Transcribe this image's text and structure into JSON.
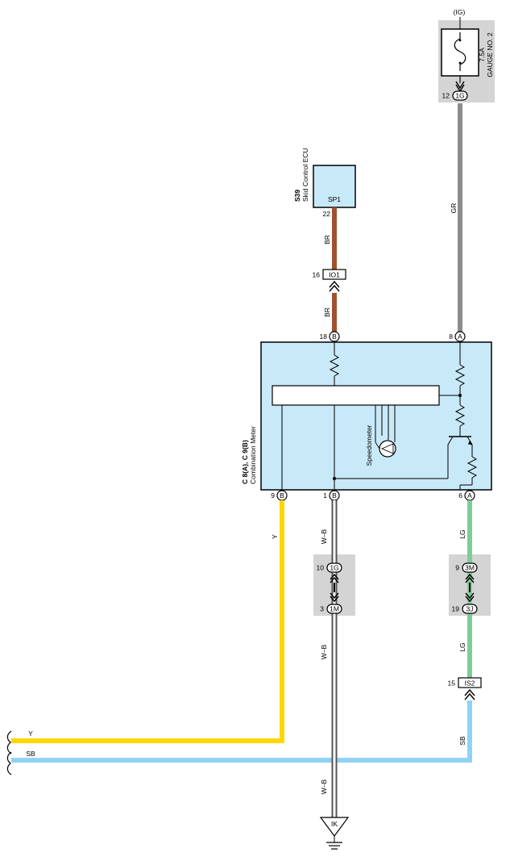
{
  "fuse": {
    "supply": "(IG)",
    "rating": "7.5A",
    "name": "GAUGE NO. 2",
    "pin": "12",
    "connector": "1G"
  },
  "skid_ecu": {
    "code": "S39",
    "name": "Skid Control ECU",
    "terminal": "SP1",
    "pin": "22"
  },
  "junction_io1": {
    "pin": "16",
    "connector": "IO1"
  },
  "meter": {
    "code": "C 8(A), C 9(B)",
    "name": "Combination Meter",
    "gauge_label": "Speedometer",
    "pins": {
      "top_left": {
        "pin": "18",
        "conn": "B"
      },
      "top_right": {
        "pin": "8",
        "conn": "A"
      },
      "bottom_left": {
        "pin": "9",
        "conn": "B"
      },
      "bottom_mid": {
        "pin": "1",
        "conn": "B"
      },
      "bottom_right": {
        "pin": "6",
        "conn": "A"
      }
    }
  },
  "jb_left": {
    "top": {
      "pin": "10",
      "conn": "1G"
    },
    "bottom": {
      "pin": "3",
      "conn": "1M"
    }
  },
  "jb_right": {
    "top": {
      "pin": "9",
      "conn": "3M"
    },
    "bottom": {
      "pin": "19",
      "conn": "3J"
    }
  },
  "junction_is2": {
    "pin": "15",
    "connector": "IS2"
  },
  "ground": {
    "label": "IK"
  },
  "wires": {
    "gr": "GR",
    "br": "BR",
    "y": "Y",
    "wb": "W–B",
    "lg": "LG",
    "sb": "SB"
  },
  "colors": {
    "GR": "#8c8c8c",
    "BR": "#a0522d",
    "Y": "#ffd700",
    "W-B": "#666666",
    "LG": "#7fcc9a",
    "SB": "#8fd3f4",
    "component_fill": "#c8e9f8",
    "junction_fill": "#d4d4d4"
  }
}
